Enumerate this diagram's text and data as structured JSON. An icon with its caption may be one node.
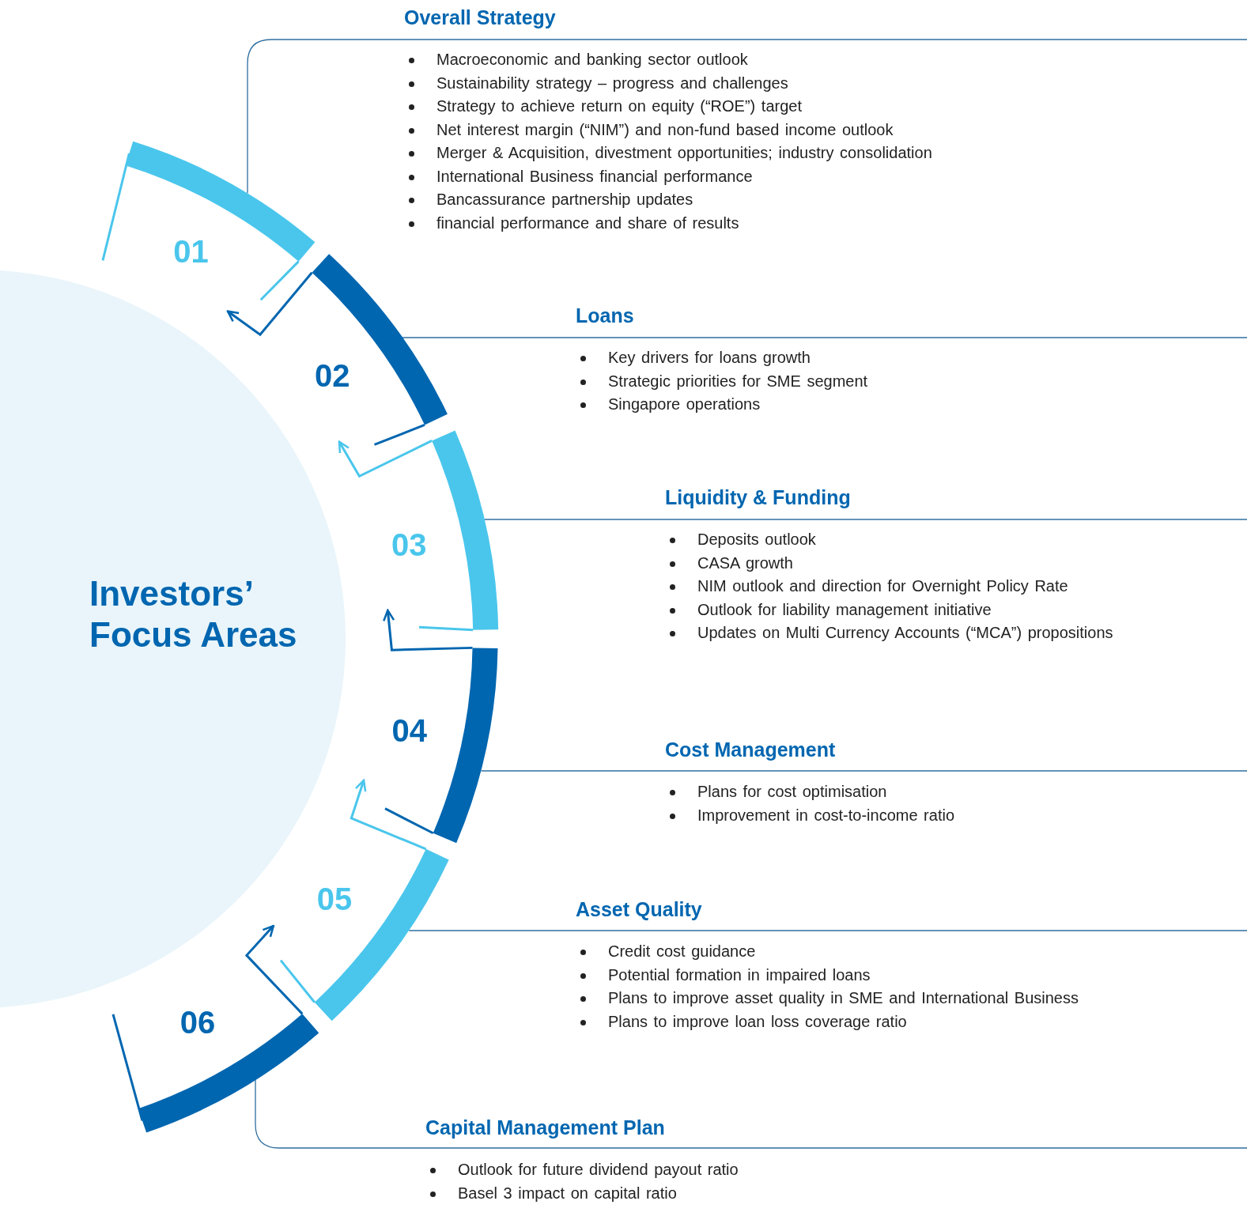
{
  "diagram": {
    "nodes": [
      {
        "text": [
          "Investors’ Focus Areas"
        ]
      },
      {
        "text": [
          "01"
        ]
      },
      {
        "text": [
          "02"
        ]
      },
      {
        "text": [
          "03"
        ]
      },
      {
        "text": [
          "04"
        ]
      },
      {
        "text": [
          "05"
        ]
      },
      {
        "text": [
          "06"
        ]
      },
      {
        "text": [
          "Overall Strategy",
          "Macroeconomic and banking sector outlook",
          "Sustainability strategy – progress and challenges",
          "Strategy to achieve return on equity (“ROE”) target",
          "Net interest margin (“NIM”) and non-fund based income outlook",
          "Merger & Acquisition, divestment opportunities; industry consolidation",
          "International Business financial performance",
          "Bancassurance partnership updates",
          "financial performance and share of results"
        ]
      },
      {
        "text": [
          "Loans",
          "Key drivers for loans growth",
          "Strategic priorities for SME segment",
          "Singapore operations"
        ]
      },
      {
        "text": [
          "Liquidity & Funding",
          "Deposits outlook",
          "CASA growth",
          "NIM outlook and direction for Overnight Policy Rate",
          "Outlook for liability management initiative",
          "Updates on Multi Currency Accounts (“MCA”) propositions"
        ]
      },
      {
        "text": [
          "Cost Management",
          "Plans for cost optimisation",
          "Improvement in cost-to-income ratio"
        ]
      },
      {
        "text": [
          "Asset Quality",
          "Credit cost guidance",
          "Potential formation in impaired loans",
          "Plans to improve asset quality in SME and International Business",
          "Plans to improve loan loss coverage ratio"
        ]
      },
      {
        "text": [
          "Capital Management Plan",
          "Outlook for future dividend payout ratio",
          "Basel 3 impact on capital ratio"
        ]
      }
    ],
    "edges": [
      {
        "from": 1,
        "to": 7,
        "arrow": "none"
      },
      {
        "from": 2,
        "to": 8,
        "arrow": "none"
      },
      {
        "from": 3,
        "to": 9,
        "arrow": "none"
      },
      {
        "from": 4,
        "to": 10,
        "arrow": "none"
      },
      {
        "from": 5,
        "to": 11,
        "arrow": "none"
      },
      {
        "from": 6,
        "to": 12,
        "arrow": "none"
      }
    ]
  }
}
